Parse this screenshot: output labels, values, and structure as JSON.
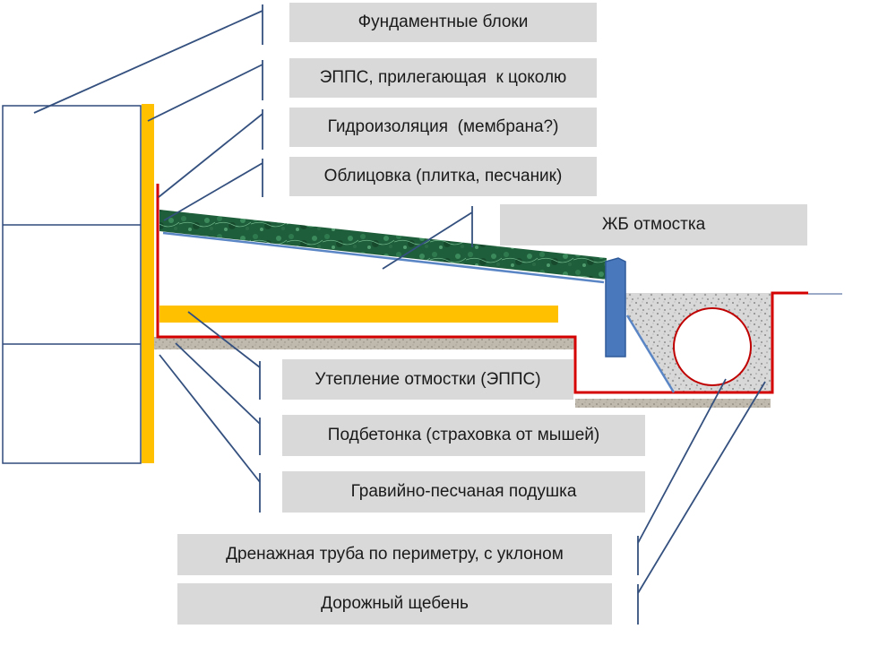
{
  "labels": {
    "foundation_blocks": "Фундаментные блоки",
    "epps_plinth": "ЭППС, прилегающая  к цоколю",
    "waterproofing": "Гидроизоляция  (мембрана?)",
    "cladding": "Облицовка (плитка, песчаник)",
    "rc_blind_area": "ЖБ отмостка",
    "blind_area_insulation": "Утепление отмостки (ЭППС)",
    "subbase_concrete": "Подбетонка (страховка от мышей)",
    "gravel_sand_cushion": "Гравийно-песчаная подушка",
    "drain_pipe": "Дренажная труба по периметру, с уклоном",
    "road_gravel": "Дорожный щебень"
  },
  "colors": {
    "block_outline": "#2f4a7a",
    "epps_yellow": "#ffc000",
    "membrane_red": "#d40000",
    "leader_line": "#34507e",
    "slab_green": "#1f5e3a",
    "slab_edge": "#5b86c6",
    "curb_blue": "#4a78bd",
    "gravel_fill": "#d4d4d4",
    "label_bg": "#d9d9d9"
  }
}
